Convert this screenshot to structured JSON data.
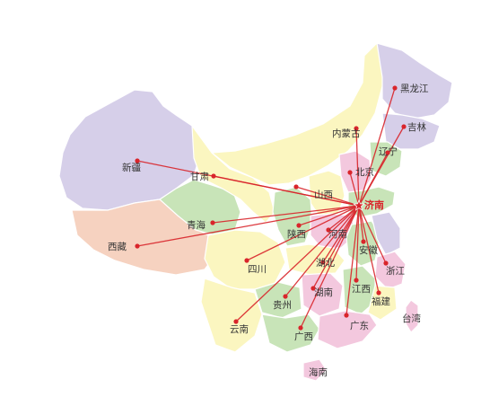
{
  "hub": {
    "name": "济南"
  },
  "routes_color": "#d9252b",
  "cities": [
    {
      "id": "heilongjiang",
      "name": "黑龙江"
    },
    {
      "id": "jilin",
      "name": "吉林"
    },
    {
      "id": "liaoning",
      "name": "辽宁"
    },
    {
      "id": "neimenggu",
      "name": "内蒙古"
    },
    {
      "id": "beijing",
      "name": "北京"
    },
    {
      "id": "xinjiang",
      "name": "新疆"
    },
    {
      "id": "gansu",
      "name": "甘肃"
    },
    {
      "id": "shanxi",
      "name": "山西"
    },
    {
      "id": "qinghai",
      "name": "青海"
    },
    {
      "id": "shaanxi",
      "name": "陕西"
    },
    {
      "id": "henan",
      "name": "河南"
    },
    {
      "id": "xizang",
      "name": "西藏"
    },
    {
      "id": "sichuan",
      "name": "四川"
    },
    {
      "id": "hubei",
      "name": "湖北"
    },
    {
      "id": "anhui",
      "name": "安徽"
    },
    {
      "id": "zhejiang",
      "name": "浙江"
    },
    {
      "id": "jiangxi",
      "name": "江西"
    },
    {
      "id": "hunan",
      "name": "湖南"
    },
    {
      "id": "guizhou",
      "name": "贵州"
    },
    {
      "id": "fujian",
      "name": "福建"
    },
    {
      "id": "yunnan",
      "name": "云南"
    },
    {
      "id": "guangxi",
      "name": "广西"
    },
    {
      "id": "guangdong",
      "name": "广东"
    }
  ],
  "other_labels": [
    {
      "id": "taiwan",
      "name": "台湾"
    },
    {
      "id": "hainan",
      "name": "海南"
    }
  ]
}
